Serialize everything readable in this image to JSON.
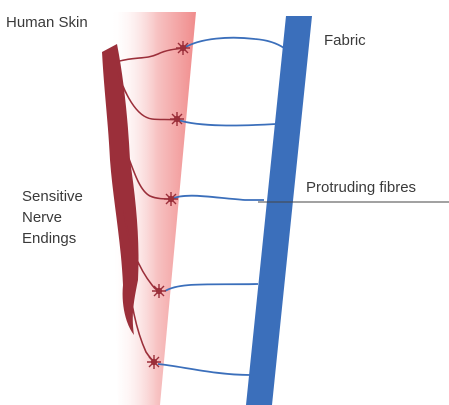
{
  "labels": {
    "human_skin": "Human Skin",
    "fabric": "Fabric",
    "protruding_fibres": "Protruding fibres",
    "sensitive_nerve_endings": [
      "Sensitive",
      "Nerve",
      "Endings"
    ]
  },
  "colors": {
    "skin_edge": "#f08c8c",
    "skin_fade": "#ffffff",
    "nerve": "#9b2f3a",
    "fabric": "#3b6fbb",
    "fibre": "#3b6fbb",
    "leader_line": "#444444",
    "text": "#3a3a3a"
  },
  "nerve_endings_count": 5
}
